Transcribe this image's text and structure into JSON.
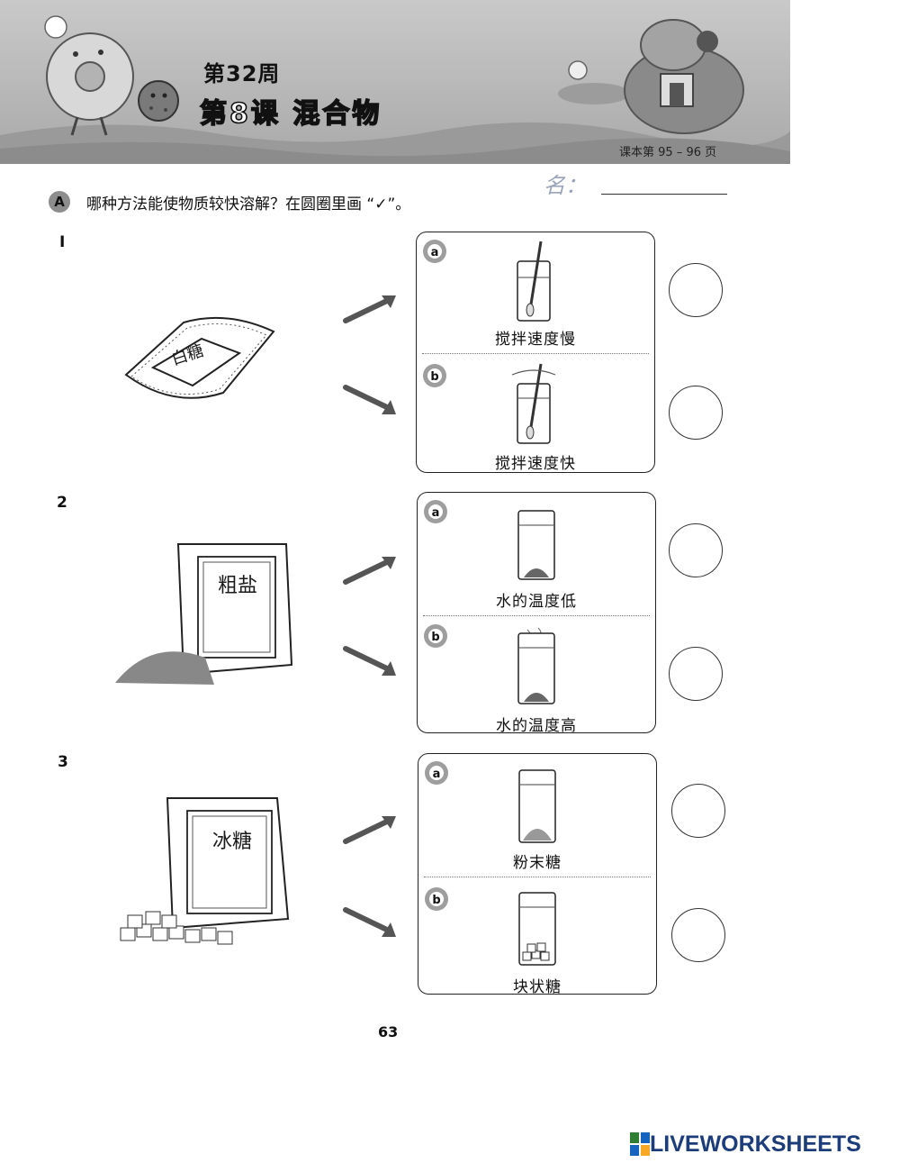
{
  "header": {
    "week": "第32周",
    "lesson": "第8课 混合物",
    "textbook_ref": "课本第 95 – 96 页"
  },
  "section": {
    "badge": "A",
    "instruction": "哪种方法能使物质较快溶解？在圆圈里画 “✓”。",
    "name_label": "名："
  },
  "questions": [
    {
      "number": "I",
      "item_label": "白糖",
      "options": [
        {
          "tag": "a",
          "label": "搅拌速度慢"
        },
        {
          "tag": "b",
          "label": "搅拌速度快"
        }
      ]
    },
    {
      "number": "2",
      "item_label": "粗盐",
      "options": [
        {
          "tag": "a",
          "label": "水的温度低"
        },
        {
          "tag": "b",
          "label": "水的温度高"
        }
      ]
    },
    {
      "number": "3",
      "item_label": "冰糖",
      "options": [
        {
          "tag": "a",
          "label": "粉末糖"
        },
        {
          "tag": "b",
          "label": "块状糖"
        }
      ]
    }
  ],
  "page_number": "63",
  "footer": {
    "logo_text": "LIVEWORKSHEETS"
  },
  "colors": {
    "banner_gray": "#bdbdbd",
    "badge_gray": "#8d8d8d",
    "logo_blue": "#1d3d7a"
  }
}
